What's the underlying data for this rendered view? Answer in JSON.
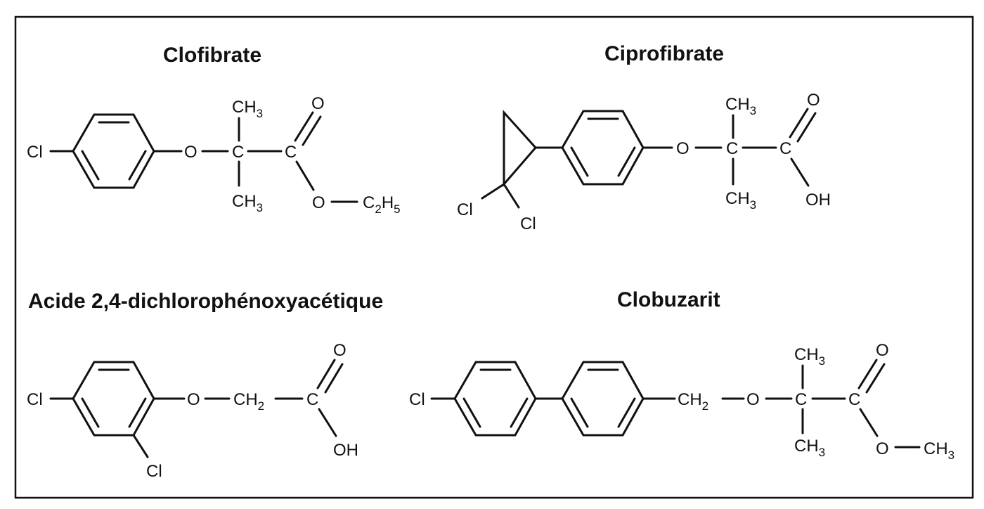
{
  "panels": {
    "clofibrate": {
      "title": "Clofibrate",
      "labels": {
        "cl": "Cl",
        "o1": "O",
        "c_quat": "C",
        "c_carb": "C",
        "o_dbl": "O",
        "o_est": "O",
        "ch3_top": "CH",
        "ch3_top_sub": "3",
        "ch3_bot": "CH",
        "ch3_bot_sub": "3",
        "ethyl": "C",
        "ethyl_sub1": "2",
        "ethyl_mid": "H",
        "ethyl_sub2": "5"
      }
    },
    "ciprofibrate": {
      "title": "Ciprofibrate",
      "labels": {
        "cl1": "Cl",
        "cl2": "Cl",
        "o1": "O",
        "c_quat": "C",
        "c_carb": "C",
        "o_dbl": "O",
        "oh": "OH",
        "ch3_top": "CH",
        "ch3_top_sub": "3",
        "ch3_bot": "CH",
        "ch3_bot_sub": "3"
      }
    },
    "dichloro": {
      "title": "Acide 2,4-dichlorophénoxyacétique",
      "labels": {
        "cl_para": "Cl",
        "cl_ortho": "Cl",
        "o1": "O",
        "ch2": "CH",
        "ch2_sub": "2",
        "c_carb": "C",
        "o_dbl": "O",
        "oh": "OH"
      }
    },
    "clobuzarit": {
      "title": "Clobuzarit",
      "labels": {
        "cl": "Cl",
        "ch2": "CH",
        "ch2_sub": "2",
        "o1": "O",
        "c_quat": "C",
        "c_carb": "C",
        "o_dbl": "O",
        "o_est": "O",
        "ch3_top": "CH",
        "ch3_top_sub": "3",
        "ch3_bot": "CH",
        "ch3_bot_sub": "3",
        "ch3_est": "CH",
        "ch3_est_sub": "3"
      }
    }
  }
}
